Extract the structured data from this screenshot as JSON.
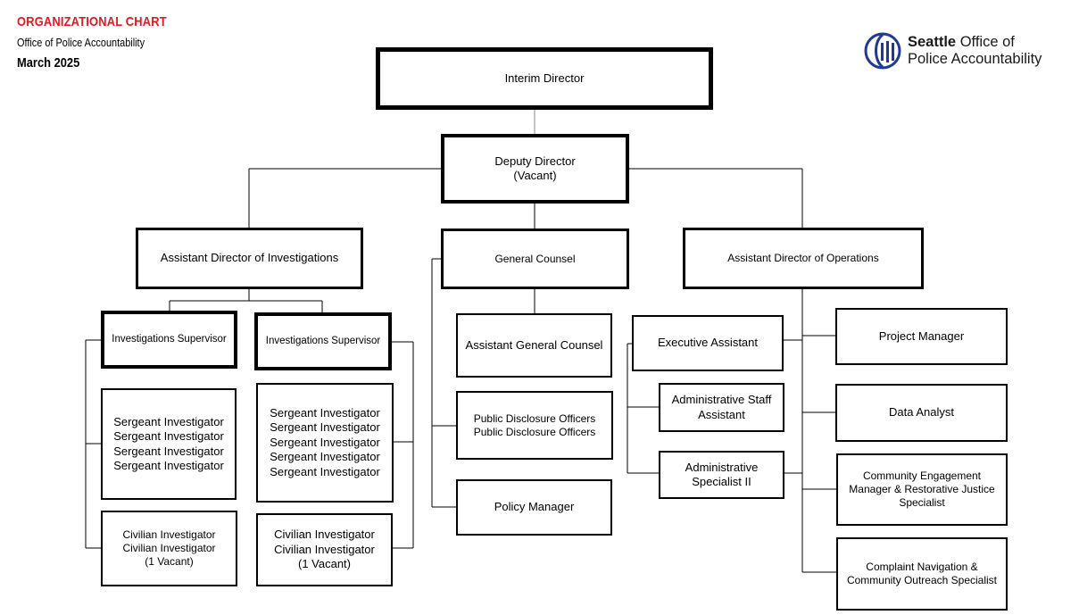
{
  "header": {
    "title": "ORGANIZATIONAL CHART",
    "subtitle": "Office of Police Accountability",
    "date": "March 2025"
  },
  "logo": {
    "name_bold": "Seattle",
    "name_rest": " Office of",
    "line2": "Police Accountability",
    "color": "#1f3a93"
  },
  "org": {
    "interim_director": "Interim Director",
    "deputy_director": {
      "title": "Deputy Director",
      "note": "(Vacant)"
    },
    "ad_investigations": "Assistant Director of Investigations",
    "general_counsel": "General Counsel",
    "ad_operations": "Assistant Director of Operations",
    "inv_supervisor_left": "Investigations Supervisor",
    "inv_supervisor_right": "Investigations Supervisor",
    "sergeants_left": [
      "Sergeant Investigator",
      "Sergeant Investigator",
      "Sergeant Investigator",
      "Sergeant Investigator"
    ],
    "sergeants_right": [
      "Sergeant Investigator",
      "Sergeant Investigator",
      "Sergeant Investigator",
      "Sergeant Investigator",
      "Sergeant Investigator"
    ],
    "civilians_left": [
      "Civilian Investigator",
      "Civilian Investigator",
      "(1 Vacant)"
    ],
    "civilians_right": [
      "Civilian Investigator",
      "Civilian Investigator",
      "(1 Vacant)"
    ],
    "assistant_general_counsel": "Assistant General Counsel",
    "public_disclosure": [
      "Public Disclosure Officers",
      "Public Disclosure Officers"
    ],
    "policy_manager": "Policy Manager",
    "executive_assistant": "Executive Assistant",
    "admin_staff_assistant": [
      "Administrative Staff",
      "Assistant"
    ],
    "admin_specialist": [
      "Administrative",
      "Specialist II"
    ],
    "project_manager": "Project Manager",
    "data_analyst": "Data Analyst",
    "community_engagement": [
      "Community Engagement",
      "Manager & Restorative Justice",
      "Specialist"
    ],
    "complaint_navigation": [
      "Complaint Navigation &",
      "Community Outreach Specialist"
    ]
  }
}
